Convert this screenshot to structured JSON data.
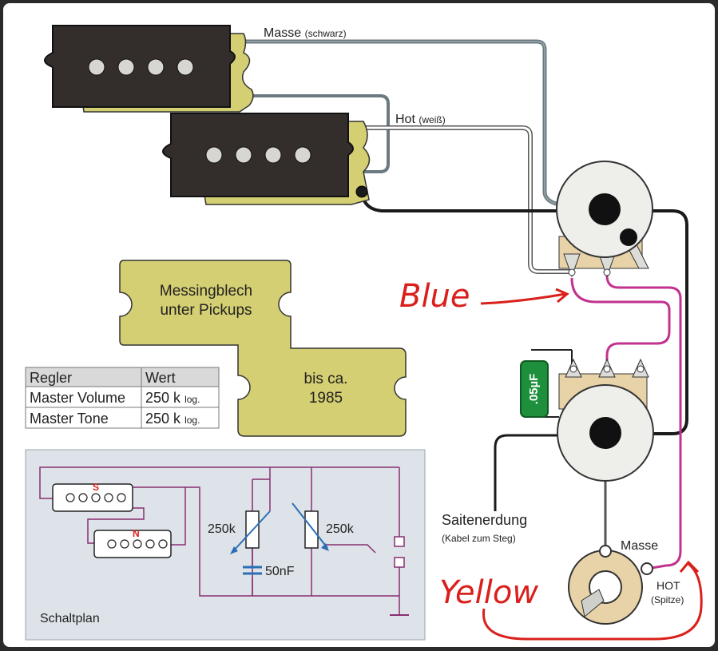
{
  "wire_labels": {
    "masse_main": "Masse",
    "masse_sub": "(schwarz)",
    "hot_main": "Hot",
    "hot_sub": "(weiß)"
  },
  "brass_plate": {
    "line1": "Messingblech",
    "line2": "unter Pickups",
    "line3": "bis ca.",
    "line4": "1985"
  },
  "table": {
    "headers": [
      "Regler",
      "Wert"
    ],
    "rows": [
      {
        "name": "Master Volume",
        "value": "250 k",
        "unit": "log."
      },
      {
        "name": "Master Tone",
        "value": "250 k",
        "unit": "log."
      }
    ]
  },
  "capacitor_label": ".05µF",
  "ground_label": {
    "main": "Saitenerdung",
    "sub": "(Kabel zum Steg)"
  },
  "jack_labels": {
    "masse": "Masse",
    "hot": "HOT",
    "hot_sub": "(Spitze)"
  },
  "schematic": {
    "title": "Schaltplan",
    "pickup_s": "S",
    "pickup_n": "N",
    "pot1": "250k",
    "pot2": "250k",
    "cap": "50nF"
  },
  "annotations": {
    "blue": "Blue",
    "yellow": "Yellow"
  },
  "colors": {
    "background": "#ffffff",
    "brass": "#d4cf72",
    "pickup": "#332e2b",
    "wire_gray": "#6b7a80",
    "wire_black": "#1a1a1a",
    "wire_magenta": "#c2328f",
    "annotation_red": "#d9201c",
    "capacitor": "#1e8f3c"
  }
}
